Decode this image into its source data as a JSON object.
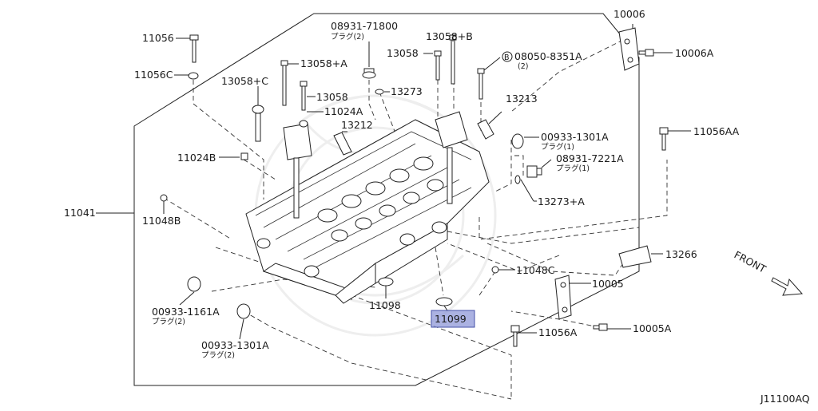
{
  "diagram": {
    "code": "J11100AQ",
    "front_label": "FRONT",
    "highlighted_part": "11099",
    "parts": {
      "p10006": "10006",
      "p10006A": "10006A",
      "p11056": "11056",
      "p08931_71800": "08931-71800",
      "plug2_a": "プラグ(2)",
      "p13058B": "13058+B",
      "p13058_top": "13058",
      "p08050": "08050-8351A",
      "p08050_qty": "(2)",
      "p08050_mark": "B",
      "p11056C": "11056C",
      "p13058A": "13058+A",
      "p13058C": "13058+C",
      "p13058_mid": "13058",
      "p13273": "13273",
      "p13213": "13213",
      "p11024A": "11024A",
      "p13212": "13212",
      "p00933_1301A_r": "00933-1301A",
      "plug1_a": "プラグ(1)",
      "p11056AA": "11056AA",
      "p11024B": "11024B",
      "p08931_7221A": "08931-7221A",
      "plug1_b": "プラグ(1)",
      "p13273A": "13273+A",
      "p11041": "11041",
      "p11048B": "11048B",
      "p13266": "13266",
      "p11048C": "11048C",
      "p10005": "10005",
      "p00933_1161A": "00933-1161A",
      "plug2_b": "プラグ(2)",
      "p11098": "11098",
      "p11099": "11099",
      "p11056A": "11056A",
      "p10005A": "10005A",
      "p00933_1301A_l": "00933-1301A",
      "plug2_c": "プラグ(2)"
    }
  }
}
